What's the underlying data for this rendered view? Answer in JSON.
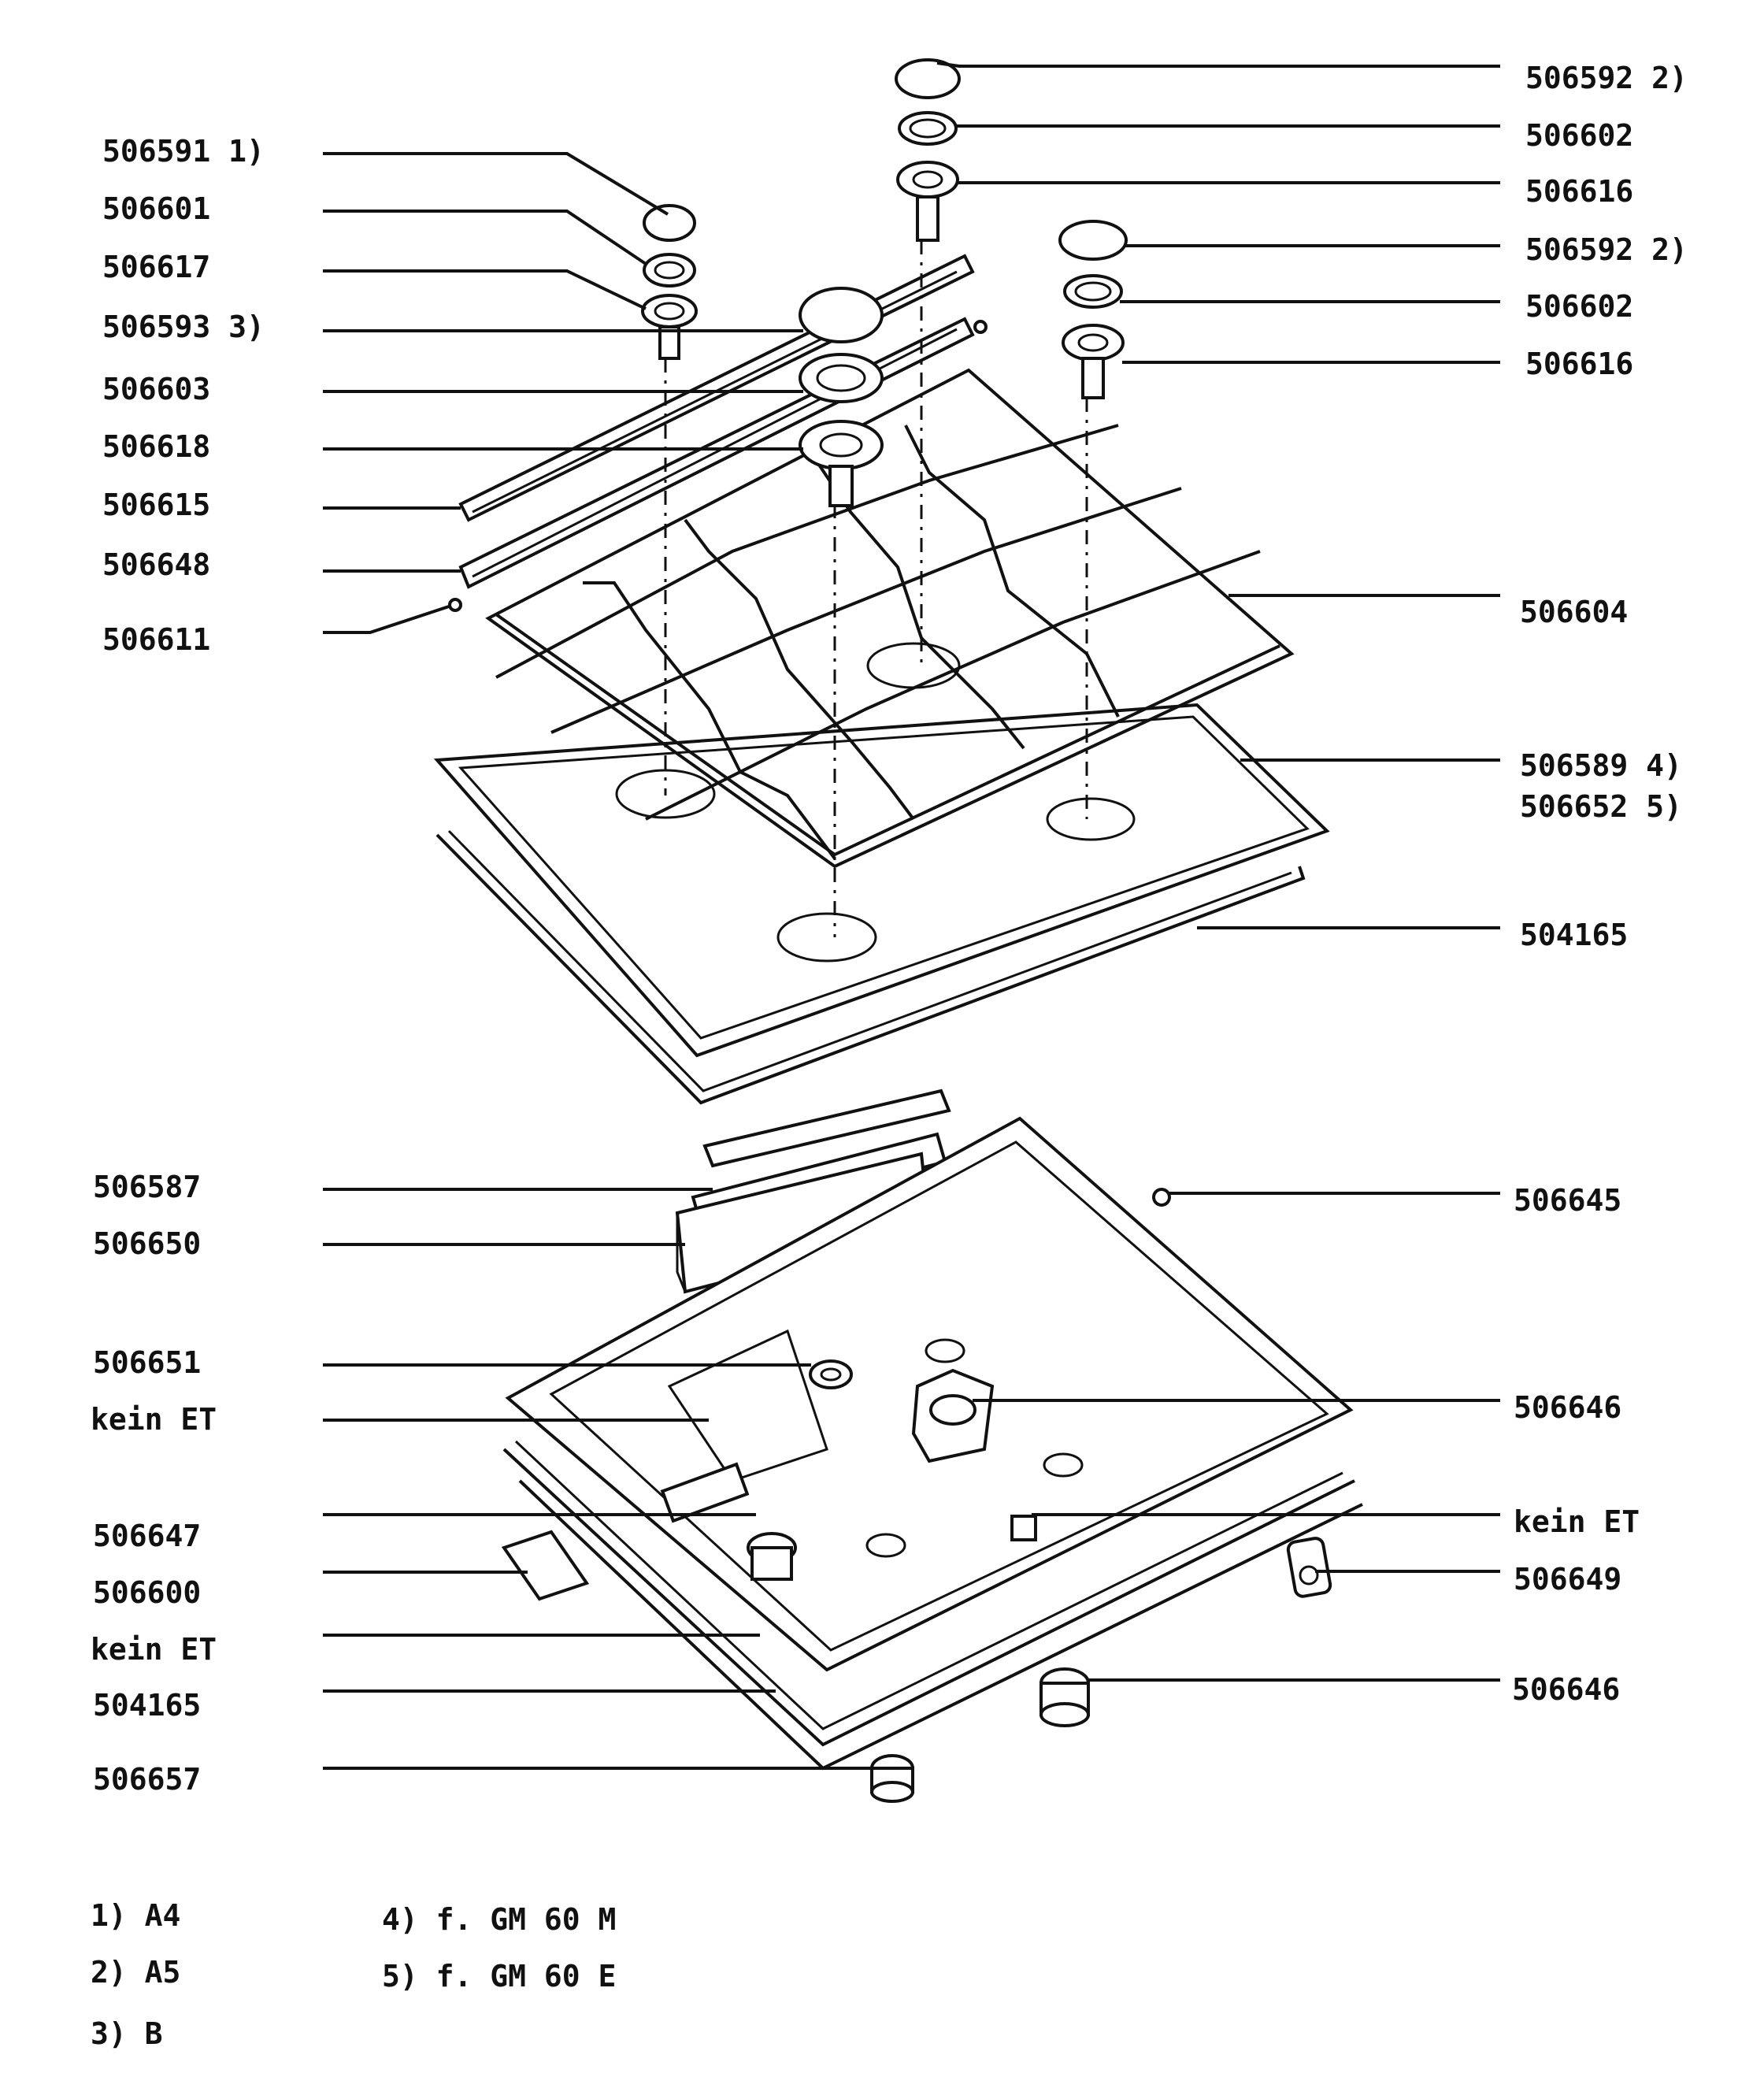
{
  "left_labels": [
    "506591 1)",
    "506601",
    "506617",
    "506593 3)",
    "506603",
    "506618",
    "506615",
    "506648",
    "506611",
    "506587",
    "506650",
    "506651",
    "kein ET",
    "506647",
    "506600",
    "kein ET",
    "504165",
    "506657"
  ],
  "right_labels": [
    "506592 2)",
    "506602",
    "506616",
    "506592 2)",
    "506602",
    "506616",
    "506604",
    "506589 4)",
    "506652 5)",
    "504165",
    "506645",
    "506646",
    "kein ET",
    "506649",
    "506646"
  ],
  "footnotes": [
    "1) A4",
    "2) A5",
    "3) B",
    "4) f. GM 60 M",
    "5) f. GM 60 E"
  ]
}
